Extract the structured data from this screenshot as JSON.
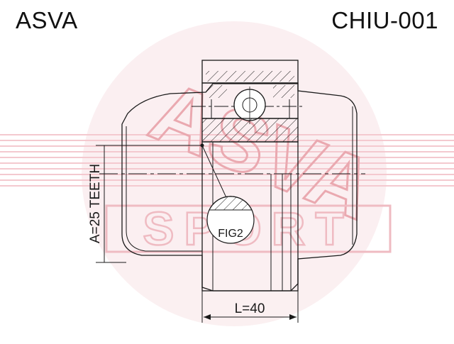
{
  "header": {
    "brand": "ASVA",
    "part_number": "CHIU-001"
  },
  "drawing": {
    "teeth_label": "A=25 TEETH",
    "length_label": "L=40",
    "figure_label": "FIG2"
  },
  "watermark": {
    "top_word": "ASVA",
    "bottom_word": "SPORT"
  },
  "colors": {
    "line": "#1a1a1a",
    "watermark": "#e8a0a8",
    "watermark_light": "#f6d8dc"
  }
}
